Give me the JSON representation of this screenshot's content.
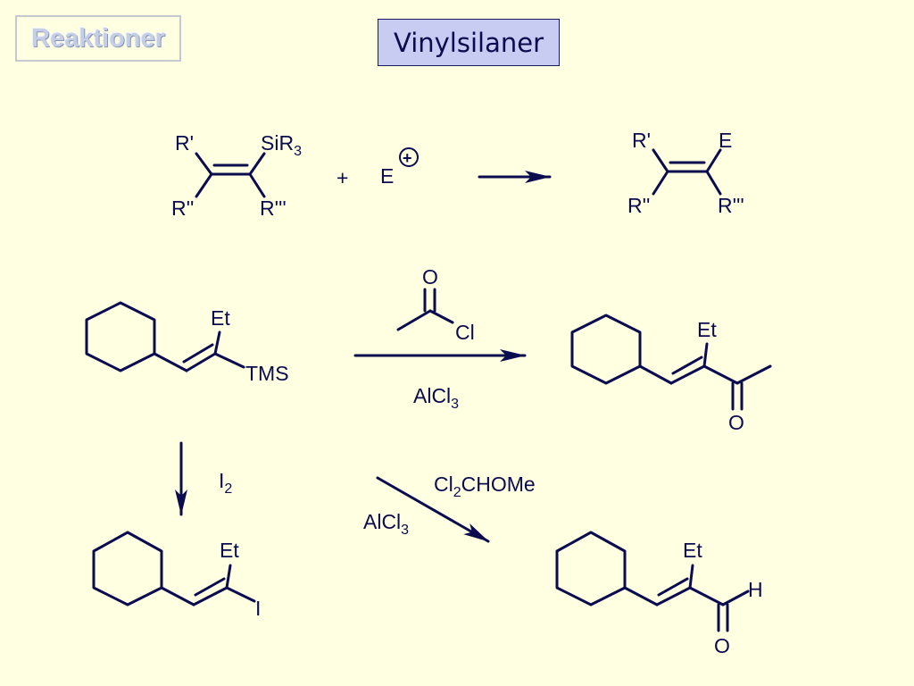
{
  "nav": {
    "reaktioner_label": "Reaktioner"
  },
  "title": "Vinylsilaner",
  "reaction1": {
    "sm_r1": "R'",
    "sm_si": "SiR",
    "sm_si_sub": "3",
    "sm_r2": "R''",
    "sm_r3": "R'''",
    "plus": "+",
    "electrophile": "E",
    "charge": "+",
    "pr_r1": "R'",
    "pr_e": "E",
    "pr_r2": "R''",
    "pr_r3": "R'''"
  },
  "reaction2": {
    "sm_et": "Et",
    "sm_tms": "TMS",
    "reagent_o": "O",
    "reagent_cl": "Cl",
    "catalyst": "AlCl",
    "catalyst_sub": "3",
    "pr_et": "Et",
    "pr_o": "O"
  },
  "reaction3": {
    "reagent": "I",
    "reagent_sub": "2",
    "pr_et": "Et",
    "pr_i": "I"
  },
  "reaction4": {
    "reagent_a": "Cl",
    "reagent_a_sub": "2",
    "reagent_b": "CHOMe",
    "catalyst": "AlCl",
    "catalyst_sub": "3",
    "pr_et": "Et",
    "pr_h": "H",
    "pr_o": "O"
  },
  "colors": {
    "background": "#ffffe2",
    "ink": "#0b0b4f",
    "title_fill": "#c8ccf2"
  }
}
